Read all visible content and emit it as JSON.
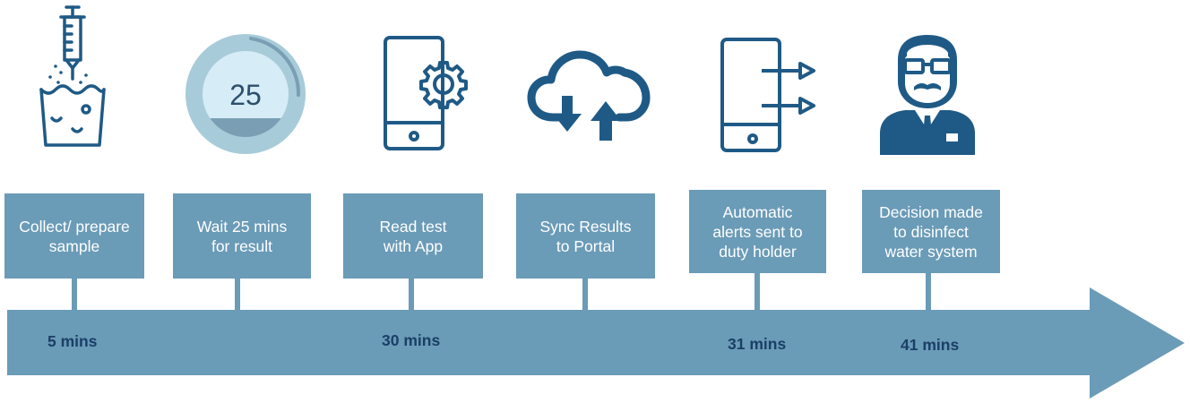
{
  "colors": {
    "primary": "#1f5a86",
    "box_fill": "#6a9bb7",
    "arrow_fill": "#6a9bb7",
    "time_text": "#1b3f66",
    "timer_ring": "#a8cbd9",
    "timer_face": "#d6ecf7"
  },
  "timer": {
    "value": "25"
  },
  "steps": [
    {
      "label": "Collect/ prepare\nsample",
      "icon": "syringe-water-icon",
      "time": "5 mins"
    },
    {
      "label": "Wait 25 mins\nfor result",
      "icon": "timer-icon",
      "time": ""
    },
    {
      "label": "Read test\nwith App",
      "icon": "phone-gear-icon",
      "time": "30 mins"
    },
    {
      "label": "Sync Results\nto Portal",
      "icon": "cloud-sync-icon",
      "time": ""
    },
    {
      "label": "Automatic\nalerts sent to\nduty holder",
      "icon": "phone-alert-icon",
      "time": "31 mins"
    },
    {
      "label": "Decision made\nto disinfect\nwater system",
      "icon": "man-icon",
      "time": "41 mins"
    }
  ]
}
